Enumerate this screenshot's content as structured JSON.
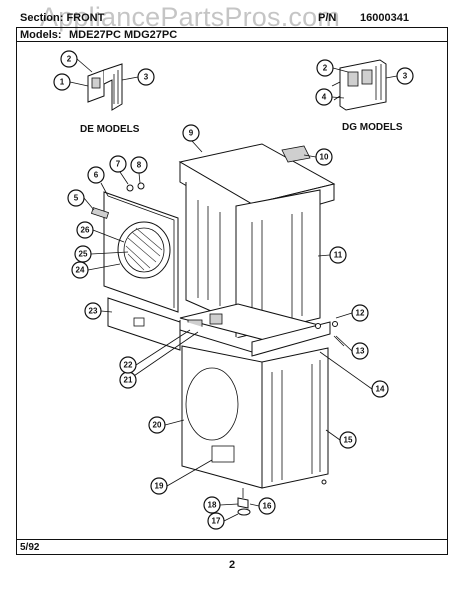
{
  "watermark": "AppliancePartsPros.com",
  "header": {
    "section": "Section:  FRONT",
    "pn_label": "P/N",
    "pn_value": "16000341",
    "models_label": "Models:",
    "models_value": "MDE27PC  MDG27PC"
  },
  "labels": {
    "de_models": "DE MODELS",
    "dg_models": "DG MODELS"
  },
  "callouts": [
    "1",
    "2",
    "3",
    "4",
    "5",
    "6",
    "7",
    "8",
    "9",
    "10",
    "11",
    "12",
    "13",
    "14",
    "15",
    "16",
    "17",
    "18",
    "19",
    "20",
    "21",
    "22",
    "23",
    "24",
    "25",
    "26"
  ],
  "footer": {
    "date": "5/92",
    "page": "2"
  }
}
